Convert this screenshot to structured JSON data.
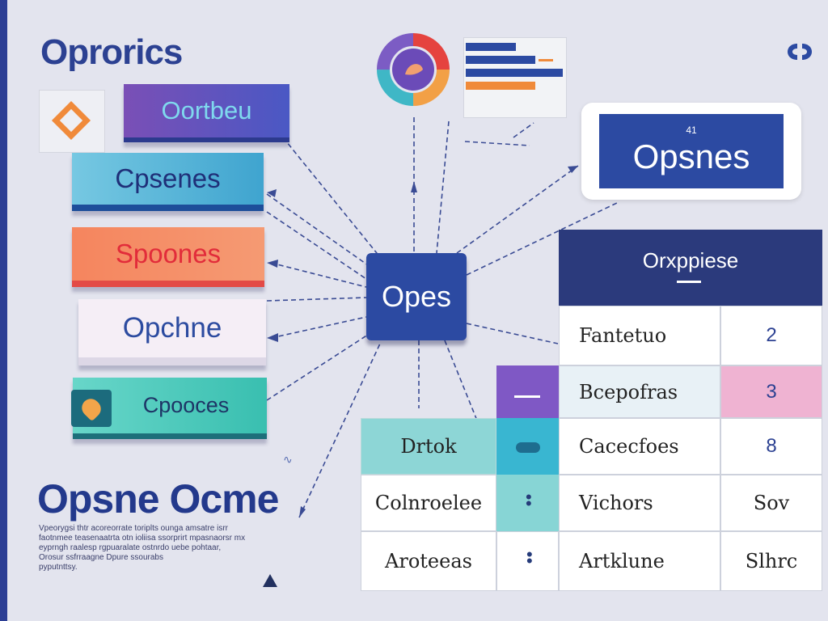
{
  "title": "Oprorics",
  "pills": [
    "Oortbeu",
    "Cpsenes",
    "Spoones",
    "Opchne",
    "Cpooces"
  ],
  "hub": "Opes",
  "callout": {
    "small": "41",
    "big": "Opsnes"
  },
  "heading": "Opsne Ocme",
  "body_lines": [
    "Vpeorygsi thtr acoreorrate toriplts ounga amsatre isrr",
    "faotnmee teasenaatrta  otn ioliisa ssorprirt mpasnaorsr mx",
    "eyprngh  raalesp rgpuaralate ostnrdo uebe pohtaar,",
    "Orosur ssfrraagne Dpure ssourabs",
    "pyputnttsy."
  ],
  "table": {
    "header": "Orxppiese",
    "rows": [
      {
        "label": "Fantetuo",
        "value": "2"
      },
      {
        "label": "Bcepofras",
        "value": "3"
      },
      {
        "label": "Cacecfoes",
        "value": "8"
      },
      {
        "label": "Vichors",
        "value": "Sov"
      },
      {
        "label": "Artklune",
        "value": "Slhrc"
      }
    ],
    "side_labels": [
      "Drtok",
      "Colnroelee",
      "Aroteeas"
    ]
  },
  "colors": {
    "primary": "#2c4aa2",
    "accent_orange": "#f08a3a",
    "header_navy": "#2b3a7c",
    "pink": "#efb3d2",
    "purple": "#7f58c5",
    "teal": "#39b6d1"
  },
  "icons": [
    "diamond-icon",
    "donut-chart-icon",
    "bar-card-icon",
    "heart-icon",
    "link-icon"
  ]
}
